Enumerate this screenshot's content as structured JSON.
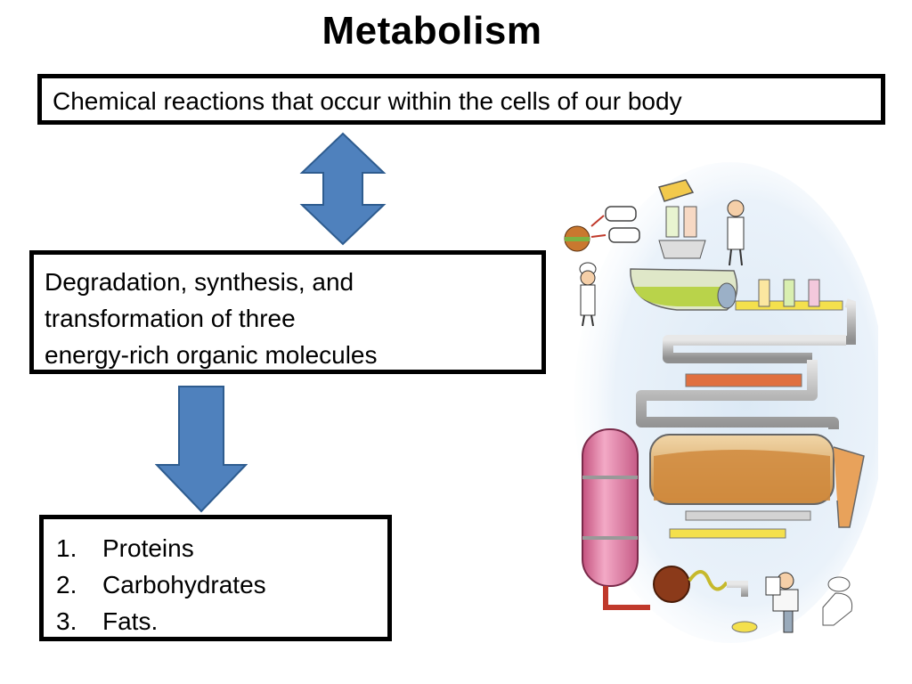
{
  "title": "Metabolism",
  "definition": "Chemical reactions that occur within the cells of our body",
  "process_lines": [
    "Degradation, synthesis, and",
    "transformation of three",
    "energy-rich organic molecules"
  ],
  "molecules": [
    {
      "num": "1.",
      "label": "Proteins"
    },
    {
      "num": "2.",
      "label": "Carbohydrates"
    },
    {
      "num": "3.",
      "label": "Fats."
    }
  ],
  "colors": {
    "arrow_fill": "#4f81bd",
    "arrow_stroke": "#2e5c8f",
    "box_border": "#000000"
  },
  "icons": {
    "double_arrow": "double-headed-vertical-arrow",
    "down_arrow": "down-arrow",
    "illustration": "metabolism-factory-cartoon"
  }
}
